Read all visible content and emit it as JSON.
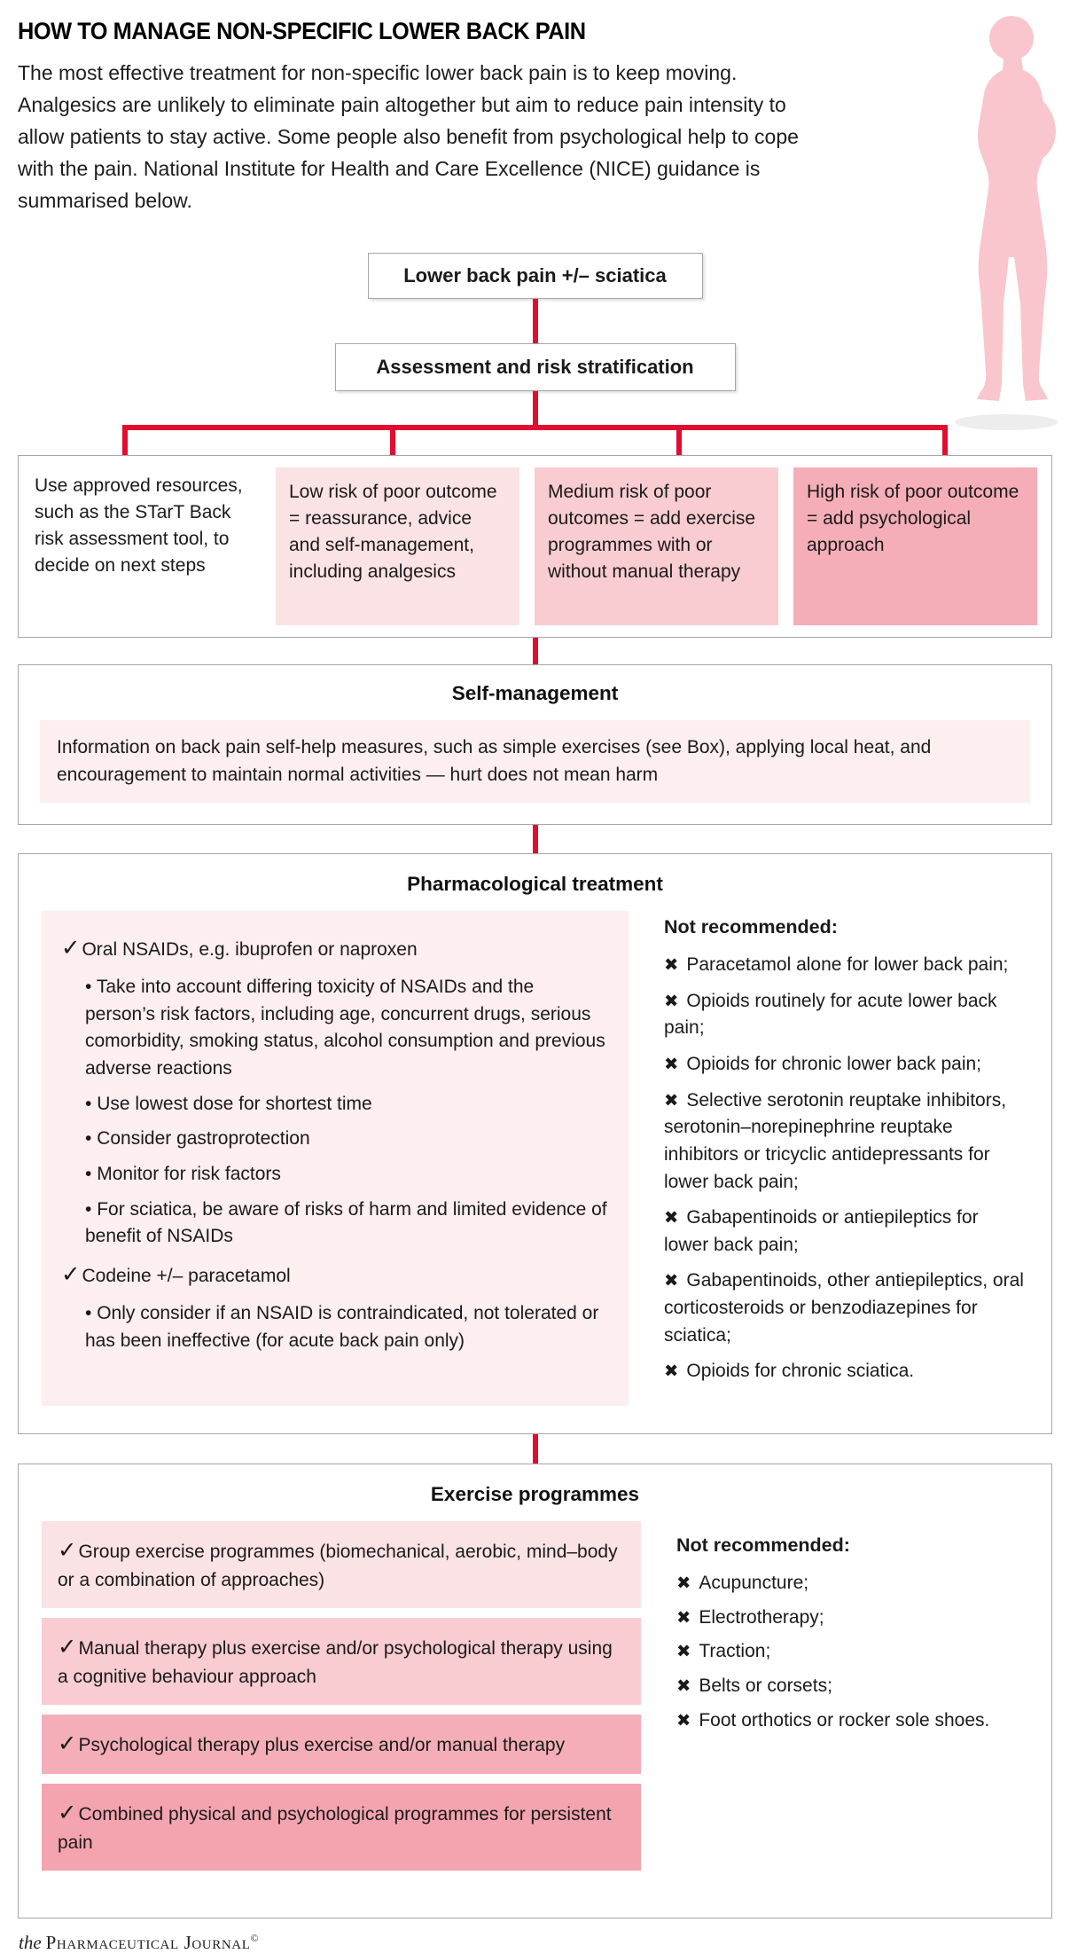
{
  "palette": {
    "red": "#e30b2e",
    "border_gray": "#a6a6a6",
    "pink_lightest": "#fdeef0",
    "pink_light": "#fbe2e5",
    "pink_medium": "#f8ccd1",
    "pink_dark": "#f5aeb7",
    "pink_dark2": "#f4a4af",
    "silhouette_pink": "#f8c6cc",
    "shadow_gray": "#ededed"
  },
  "icons": {
    "check": "✓",
    "cross": "✖",
    "bullet": "•"
  },
  "header": {
    "title": "HOW TO MANAGE NON-SPECIFIC LOWER BACK PAIN",
    "intro": "The most effective treatment for non-specific lower back pain is to keep moving. Analgesics are unlikely to eliminate pain altogether but aim to reduce pain intensity to allow patients to stay active.  Some people also benefit from psychological help to cope with the pain. National Institute for Health and Care Excellence (NICE) guidance is summarised below."
  },
  "flow": {
    "node1": "Lower back pain +/– sciatica",
    "node2": "Assessment and risk stratification",
    "risk_boxes": [
      "Use approved resources, such as the STarT Back risk assessment tool, to decide on next steps",
      "Low risk of poor outcome = reassurance, advice and self-management, including analgesics",
      "Medium risk of poor outcomes = add exercise programmes with or without manual therapy",
      "High risk of poor outcome = add psychological approach"
    ]
  },
  "self_management": {
    "title": "Self-management",
    "body": "Information on back pain self-help measures, such as simple exercises (see Box), applying local heat, and encouragement to maintain normal activities — hurt does not mean harm"
  },
  "pharma": {
    "title": "Pharmacological treatment",
    "recommended": [
      {
        "head": "Oral NSAIDs, e.g. ibuprofen or naproxen",
        "points": [
          "Take into account differing toxicity of NSAIDs and the person’s risk factors, including age, concurrent drugs, serious comorbidity, smoking status, alcohol consumption and previous adverse reactions",
          "Use lowest dose for shortest time",
          "Consider gastroprotection",
          "Monitor for risk factors",
          "For sciatica, be aware of risks of harm and limited evidence of benefit of NSAIDs"
        ]
      },
      {
        "head": "Codeine +/– paracetamol",
        "points": [
          "Only consider if an NSAID is contraindicated, not tolerated or has been ineffective (for acute back pain only)"
        ]
      }
    ],
    "not_recommended_title": "Not recommended:",
    "not_recommended": [
      "Paracetamol alone for lower back pain;",
      "Opioids routinely for acute lower back pain;",
      "Opioids for chronic lower back pain;",
      "Selective serotonin reuptake inhibitors, serotonin–norepinephrine reuptake inhibitors or tricyclic antidepressants for lower back pain;",
      "Gabapentinoids or antiepileptics for lower back pain;",
      "Gabapentinoids, other antiepileptics, oral corticosteroids or benzodiazepines for sciatica;",
      "Opioids for chronic sciatica."
    ]
  },
  "exercise": {
    "title": "Exercise programmes",
    "items": [
      "Group exercise programmes (biomechanical, aerobic, mind–body or a combination of approaches)",
      "Manual therapy plus exercise and/or psychological therapy using a cognitive behaviour approach",
      "Psychological therapy plus exercise and/or manual therapy",
      "Combined physical and psychological programmes for persistent pain"
    ],
    "not_recommended_title": "Not recommended:",
    "not_recommended": [
      "Acupuncture;",
      "Electrotherapy;",
      "Traction;",
      "Belts or corsets;",
      "Foot orthotics or rocker sole shoes."
    ]
  },
  "footer": {
    "the": "the",
    "name": "Pharmaceutical Journal",
    "copyright": "©"
  }
}
